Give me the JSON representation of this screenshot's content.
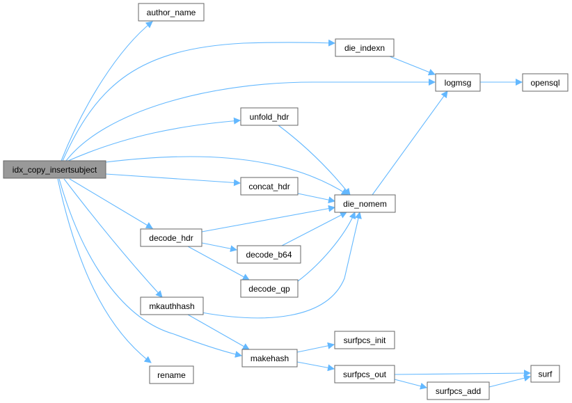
{
  "colors": {
    "edge": "#63b8ff",
    "root_fill": "#999999",
    "node_border": "#666666"
  },
  "nodes": {
    "root": "idx_copy_insertsubject",
    "author_name": "author_name",
    "die_indexn": "die_indexn",
    "logmsg": "logmsg",
    "opensql": "opensql",
    "unfold_hdr": "unfold_hdr",
    "concat_hdr": "concat_hdr",
    "die_nomem": "die_nomem",
    "decode_hdr": "decode_hdr",
    "decode_b64": "decode_b64",
    "decode_qp": "decode_qp",
    "mkauthhash": "mkauthhash",
    "surfpcs_init": "surfpcs_init",
    "makehash": "makehash",
    "rename": "rename",
    "surfpcs_out": "surfpcs_out",
    "surf": "surf",
    "surfpcs_add": "surfpcs_add"
  }
}
